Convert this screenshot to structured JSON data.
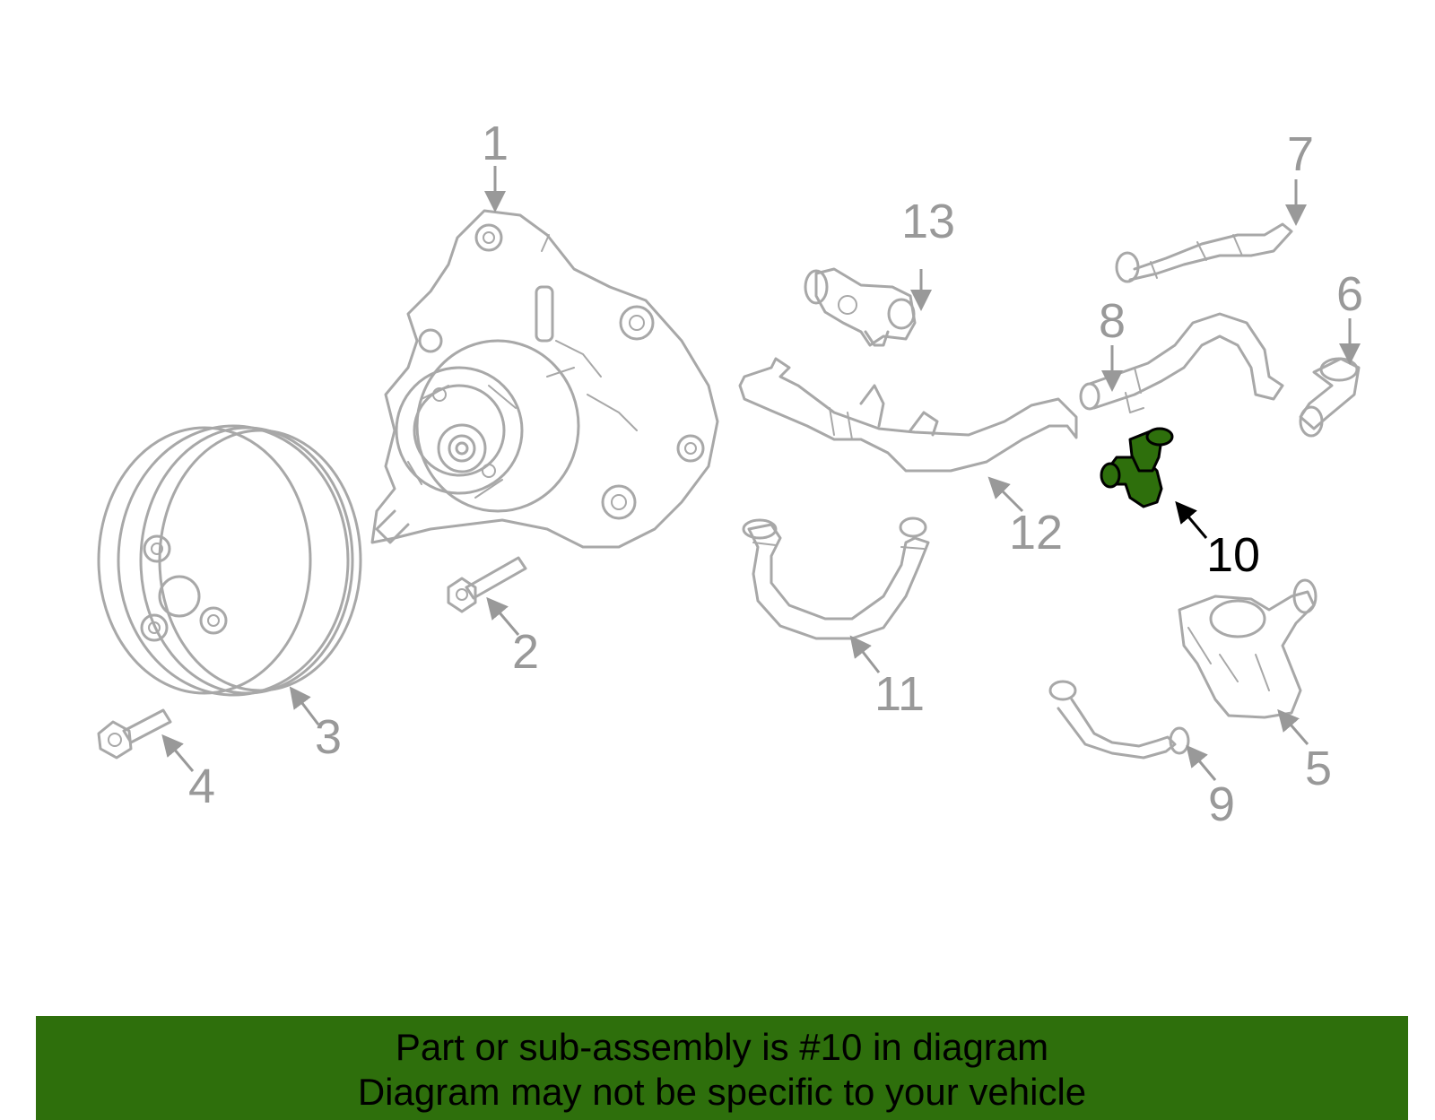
{
  "diagram": {
    "callouts": [
      "1",
      "2",
      "3",
      "4",
      "5",
      "6",
      "7",
      "8",
      "9",
      "10",
      "11",
      "12",
      "13"
    ],
    "highlighted_part": "10",
    "highlight_color": "#2e6f0c",
    "part_stroke_color": "#a8a8a8"
  },
  "banner": {
    "line1": "Part or sub-assembly is #10 in diagram",
    "line2": "Diagram may not be specific to your vehicle",
    "background": "#2e6f0c"
  }
}
